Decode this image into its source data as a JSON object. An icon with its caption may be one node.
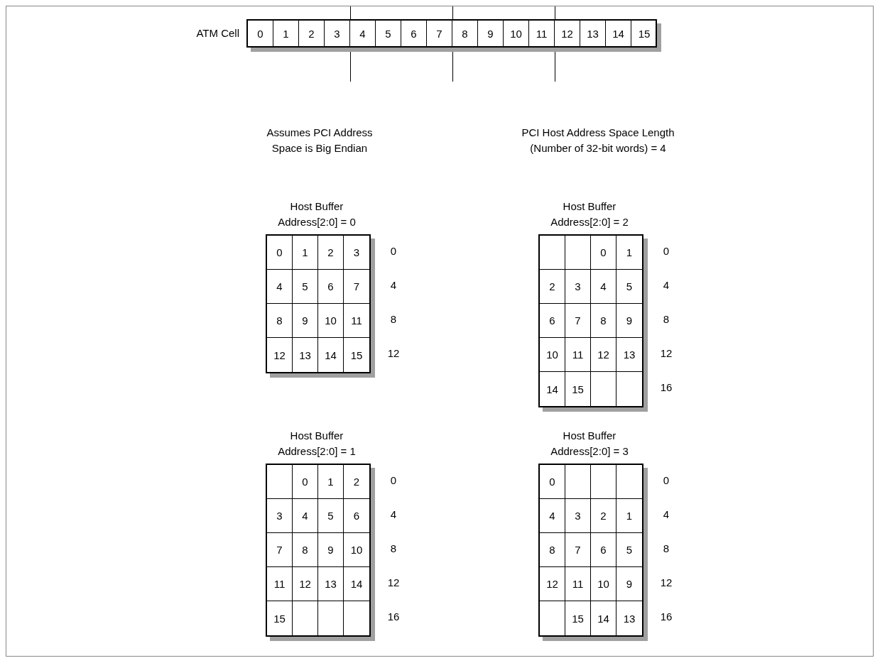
{
  "diagram": {
    "nodes": [
      {
        "text": [],
        "shape": "bar",
        "beside": [
          "ATM Cell"
        ]
      },
      {
        "text": [
          "Host Buffer Address[2:0] = 0"
        ]
      },
      {
        "text": [
          "Host Buffer Address[2:0] = 2"
        ]
      },
      {
        "text": [
          "Host Buffer Address[2:0] = 1"
        ]
      },
      {
        "text": [
          "Host Buffer Address[2:0] = 3"
        ]
      }
    ],
    "labels": [
      "0",
      "1",
      "2",
      "3",
      "4",
      "5",
      "6",
      "7",
      "8",
      "9",
      "10",
      "11",
      "12",
      "13",
      "14",
      "15",
      "Assumes PCI Address Space is Big Endian",
      "PCI Host Address Space Length (Number of 32-bit words) = 4",
      "0",
      "1",
      "2",
      "3",
      "0",
      "4",
      "5",
      "6",
      "7",
      "4",
      "8",
      "9",
      "10",
      "11",
      "8",
      "12",
      "13",
      "14",
      "15",
      "12",
      "0",
      "1",
      "0",
      "2",
      "3",
      "4",
      "5",
      "4",
      "6",
      "7",
      "8",
      "9",
      "8",
      "10",
      "11",
      "12",
      "13",
      "12",
      "14",
      "15",
      "16",
      "0",
      "1",
      "2",
      "0",
      "3",
      "4",
      "5",
      "6",
      "4",
      "7",
      "8",
      "9",
      "10",
      "8",
      "11",
      "12",
      "13",
      "14",
      "12",
      "15",
      "16",
      "0",
      "0",
      "4",
      "3",
      "2",
      "1",
      "4",
      "8",
      "7",
      "6",
      "5",
      "8",
      "12",
      "11",
      "10",
      "9",
      "12",
      "15",
      "14",
      "13",
      "16"
    ]
  }
}
